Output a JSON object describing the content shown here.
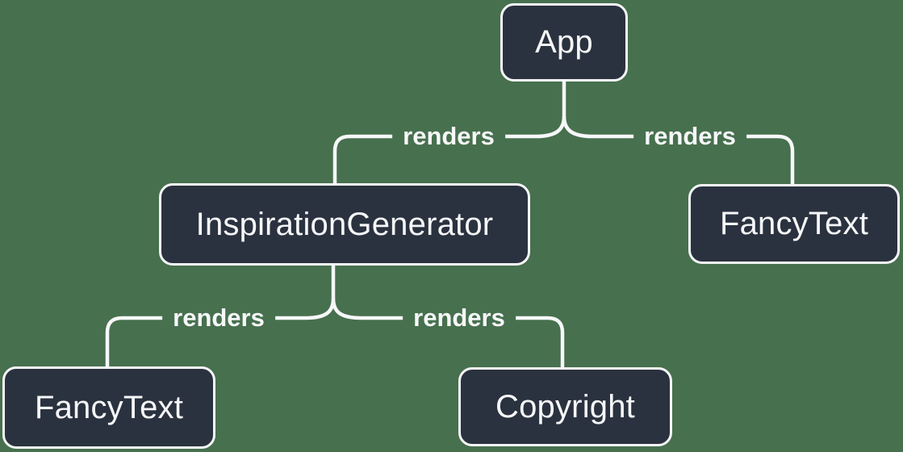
{
  "diagram": {
    "kind": "component-render-tree",
    "nodes": [
      {
        "id": "app",
        "label": "App"
      },
      {
        "id": "inspiration-generator",
        "label": "InspirationGenerator"
      },
      {
        "id": "fancy-text-top",
        "label": "FancyText"
      },
      {
        "id": "fancy-text-bottom",
        "label": "FancyText"
      },
      {
        "id": "copyright",
        "label": "Copyright"
      }
    ],
    "edges": [
      {
        "from": "App",
        "to": "InspirationGenerator",
        "label": "renders"
      },
      {
        "from": "App",
        "to": "FancyText",
        "label": "renders"
      },
      {
        "from": "InspirationGenerator",
        "to": "FancyText",
        "label": "renders"
      },
      {
        "from": "InspirationGenerator",
        "to": "Copyright",
        "label": "renders"
      }
    ],
    "colors": {
      "background": "#47704E",
      "node_fill": "#2B323F",
      "node_border": "#F6F7F9",
      "line": "#F6F7F9",
      "text": "#F6F7F9"
    }
  }
}
